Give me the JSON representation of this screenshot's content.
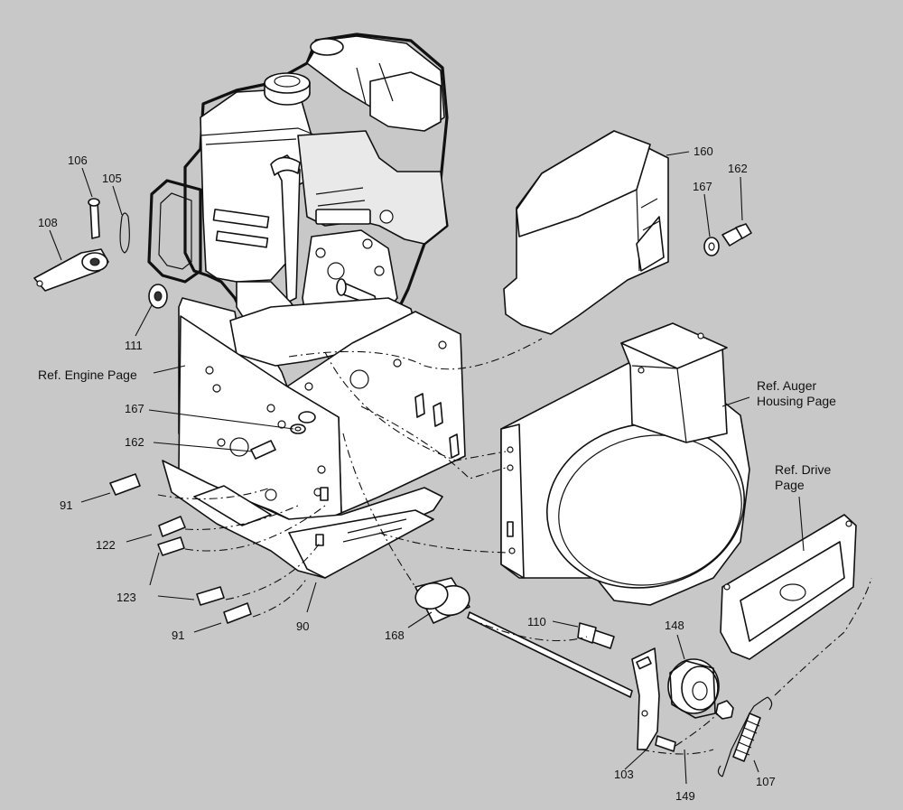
{
  "parts": {
    "p106": "106",
    "p105": "105",
    "p108": "108",
    "p111": "111",
    "p160": "160",
    "p162a": "162",
    "p167a": "167",
    "p167b": "167",
    "p162b": "162",
    "p91a": "91",
    "p122": "122",
    "p123": "123",
    "p91b": "91",
    "p90": "90",
    "p168": "168",
    "p110": "110",
    "p148": "148",
    "p103": "103",
    "p149": "149",
    "p107": "107"
  },
  "references": {
    "engine": "Ref. Engine Page",
    "auger_line1": "Ref. Auger",
    "auger_line2": "Housing Page",
    "drive_line1": "Ref. Drive",
    "drive_line2": "Page"
  }
}
